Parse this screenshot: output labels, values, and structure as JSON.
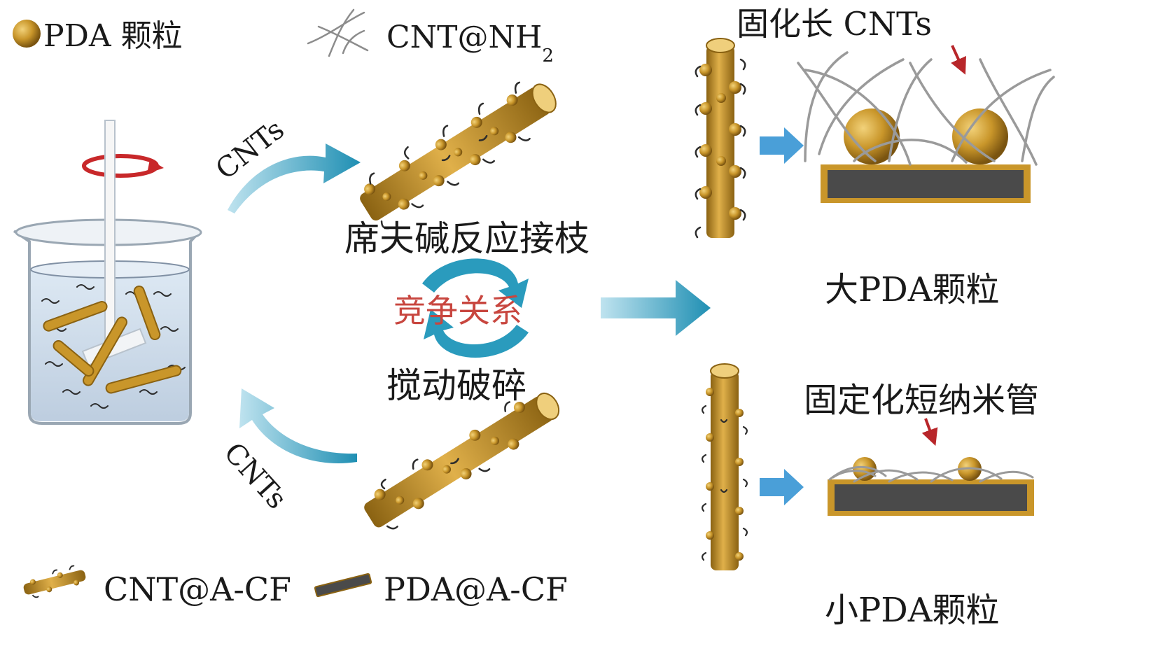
{
  "legend_top": {
    "pda_particle": "PDA 颗粒",
    "cnt_nh2": "CNT@NH",
    "cnt_nh2_sub": "2"
  },
  "legend_bottom": {
    "cnt_acf": "CNT@A-CF",
    "pda_acf": "PDA@A-CF"
  },
  "arrows": {
    "cnts_top": "CNTs",
    "cnts_bottom": "CNTs"
  },
  "center": {
    "schiff_base": "席夫碱反应接枝",
    "competition": "竞争关系",
    "stirring": "搅动破碎"
  },
  "right_top": {
    "title": "固化长 CNTs",
    "caption": "大PDA颗粒"
  },
  "right_bottom": {
    "title": "固定化短纳米管",
    "caption": "小PDA颗粒"
  },
  "colors": {
    "gold": "#c9962a",
    "gold_dark": "#8a6212",
    "teal": "#2a9bbd",
    "blue_arrow": "#4a9fd8",
    "red_arrow": "#b8262a",
    "substrate": "#4a4a4a",
    "competition_text": "#c8463f"
  }
}
